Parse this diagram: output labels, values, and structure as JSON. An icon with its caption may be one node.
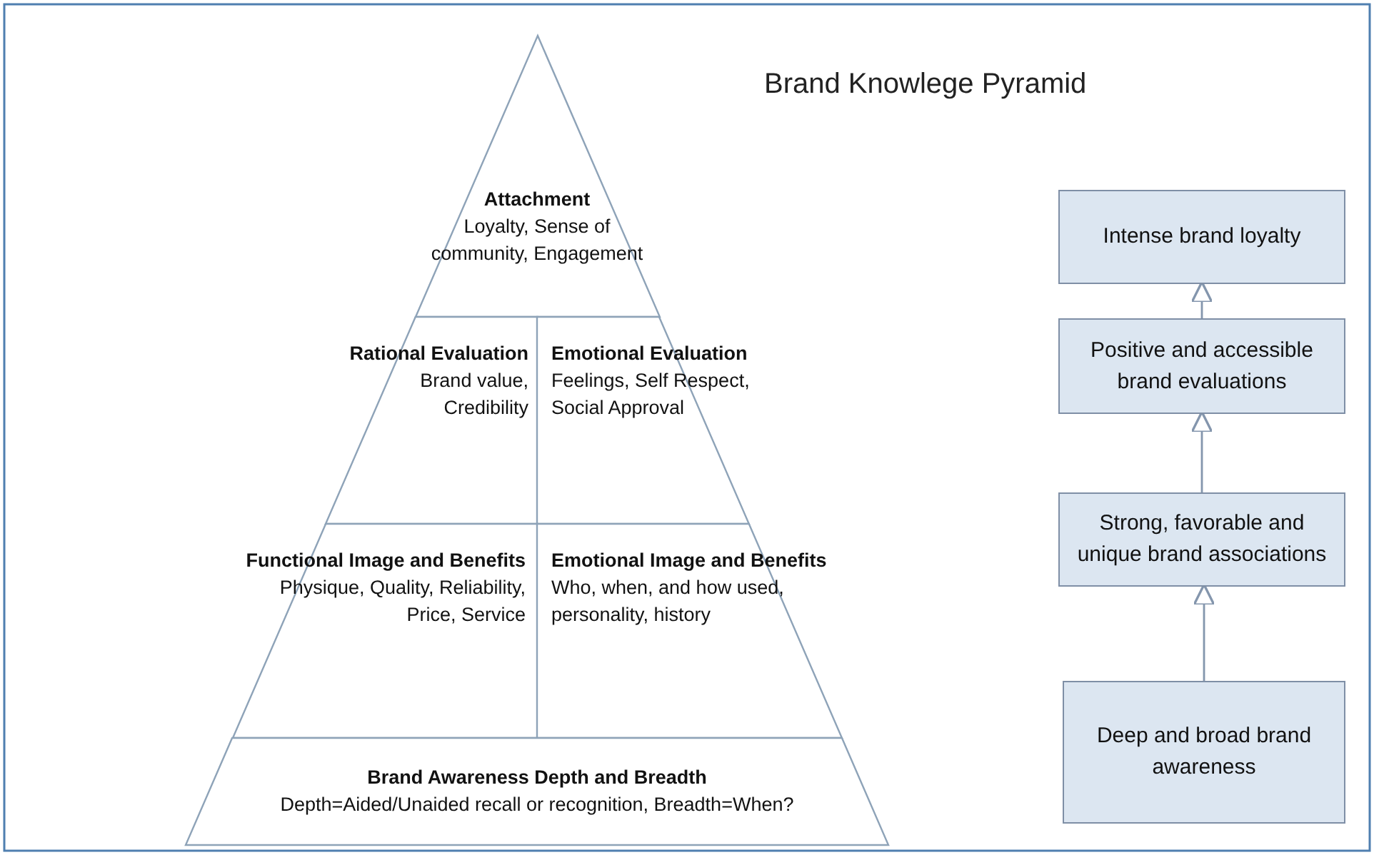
{
  "diagram": {
    "title": "Brand Knowlege Pyramid",
    "nodes": [
      {
        "text": [
          "Attachment",
          "Loyalty, Sense of community, Engagement"
        ]
      },
      {
        "text": [
          "Rational Evaluation",
          "Brand value, Credibility"
        ]
      },
      {
        "text": [
          "Emotional Evaluation",
          "Feelings, Self Respect, Social Approval"
        ]
      },
      {
        "text": [
          "Functional Image and Benefits",
          "Physique, Quality, Reliability, Price, Service"
        ]
      },
      {
        "text": [
          "Emotional Image and Benefits",
          "Who, when, and how used, personality, history"
        ]
      },
      {
        "text": [
          "Brand Awareness Depth and Breadth",
          "Depth=Aided/Unaided recall or recognition, Breadth=When?"
        ]
      },
      {
        "text": [
          "Intense brand loyalty"
        ]
      },
      {
        "text": [
          "Positive and accessible brand evaluations"
        ]
      },
      {
        "text": [
          "Strong, favorable and unique brand associations"
        ]
      },
      {
        "text": [
          "Deep and broad brand awareness"
        ]
      }
    ],
    "edges": [
      {
        "from": 9,
        "to": 8,
        "arrow": "to"
      },
      {
        "from": 8,
        "to": 7,
        "arrow": "to"
      },
      {
        "from": 7,
        "to": 6,
        "arrow": "to"
      }
    ]
  }
}
